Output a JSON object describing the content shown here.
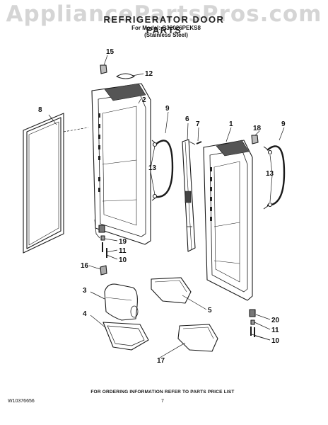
{
  "watermark": "AppliancePartsPros.com",
  "header": {
    "title": "REFRIGERATOR DOOR PARTS",
    "model_line": "For Model: G32026PEKS8",
    "finish_line": "(Stainless Steel)"
  },
  "callouts": [
    "1",
    "2",
    "3",
    "4",
    "5",
    "6",
    "7",
    "8",
    "9",
    "10",
    "11",
    "12",
    "13",
    "15",
    "16",
    "17",
    "18",
    "19",
    "20"
  ],
  "footer": {
    "ordering_note": "FOR ORDERING INFORMATION REFER TO PARTS PRICE LIST",
    "document_number": "W10376656",
    "page_number": "7"
  }
}
